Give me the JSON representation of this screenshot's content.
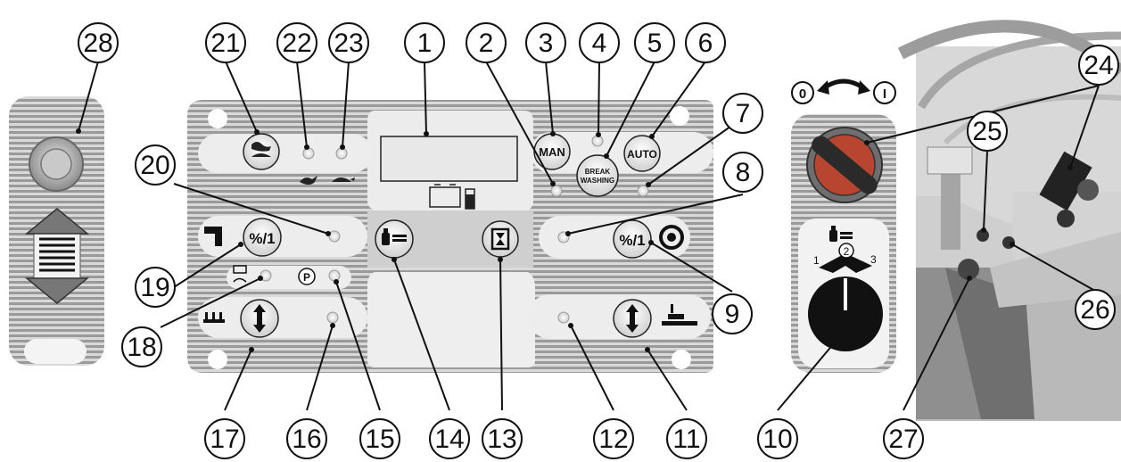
{
  "callouts": [
    "28",
    "21",
    "22",
    "23",
    "1",
    "2",
    "3",
    "4",
    "5",
    "6",
    "7",
    "20",
    "8",
    "19",
    "9",
    "18",
    "17",
    "16",
    "15",
    "14",
    "13",
    "12",
    "11",
    "10",
    "24",
    "25",
    "26",
    "27"
  ],
  "buttons": {
    "man": "MAN",
    "break_washing_line1": "BREAK",
    "break_washing_line2": "WASHING",
    "auto": "AUTO",
    "percent_left": "%/1",
    "percent_right": "%/1",
    "parking": "P"
  },
  "key_switch": {
    "off": "0",
    "on": "I"
  },
  "selector_numbers": [
    "1",
    "2",
    "3"
  ],
  "colors": {
    "panel": "#d8d8d8",
    "stripe": "#8f8f8f",
    "button_face": "#e6e6e6",
    "knob_black": "#111111",
    "key_red": "#b8452f"
  },
  "icons": [
    "tortoise-hare-icon",
    "hare-icon",
    "tortoise-icon",
    "display-screen",
    "battery-icon",
    "water-level-icon",
    "hourglass-icon",
    "tap-icon",
    "motor-icon",
    "brush-deck-icon",
    "squeegee-icon",
    "joystick-icon",
    "steering-wheel-icon"
  ]
}
